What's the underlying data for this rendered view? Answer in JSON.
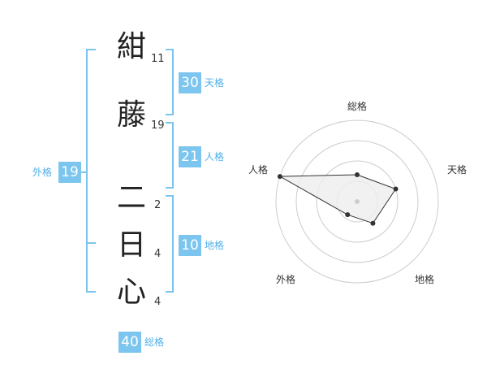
{
  "name": {
    "characters": [
      {
        "char": "紺",
        "strokes": "11"
      },
      {
        "char": "藤",
        "strokes": "19"
      },
      {
        "char": "二",
        "strokes": "2"
      },
      {
        "char": "日",
        "strokes": "4"
      },
      {
        "char": "心",
        "strokes": "4"
      }
    ]
  },
  "fortunes": {
    "tenkaku": {
      "value": "30",
      "label": "天格"
    },
    "jinkaku": {
      "value": "21",
      "label": "人格"
    },
    "chikaku": {
      "value": "10",
      "label": "地格"
    },
    "gaikaku": {
      "value": "19",
      "label": "外格"
    },
    "soukaku": {
      "value": "40",
      "label": "総格"
    }
  },
  "radar": {
    "axes": [
      "総格",
      "天格",
      "地格",
      "外格",
      "人格"
    ],
    "values": [
      0.33,
      0.5,
      0.33,
      0.2,
      1.0
    ],
    "max": 1.0,
    "rings": 4,
    "colors": {
      "ring": "#cccccc",
      "fill": "#eeeeee",
      "line": "#333333",
      "point": "#333333",
      "center": "#cccccc"
    }
  },
  "colors": {
    "accent": "#7cc5ee",
    "accent_text": "#52b0e8"
  }
}
